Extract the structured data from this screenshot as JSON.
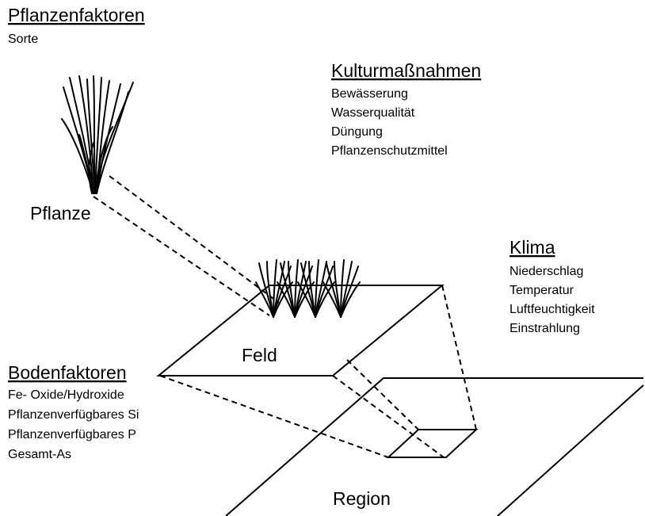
{
  "groups": {
    "plant_factors": {
      "heading": "Pflanzenfaktoren",
      "items": [
        "Sorte"
      ]
    },
    "cultivation": {
      "heading": "Kulturmaßnahmen",
      "items": [
        "Bewässerung",
        "Wasserqualität",
        "Düngung",
        "Pflanzenschutzmittel"
      ]
    },
    "climate": {
      "heading": "Klima",
      "items": [
        "Niederschlag",
        "Temperatur",
        "Luftfeuchtigkeit",
        "Einstrahlung"
      ]
    },
    "soil_factors": {
      "heading": "Bodenfaktoren",
      "items": [
        "Fe- Oxide/Hydroxide",
        "Pflanzenverfügbares Si",
        "Pflanzenverfügbares P",
        "Gesamt-As"
      ]
    }
  },
  "labels": {
    "plant": "Pflanze",
    "field": "Feld",
    "region": "Region"
  },
  "colors": {
    "line": "#000000",
    "background": "#ffffff"
  }
}
